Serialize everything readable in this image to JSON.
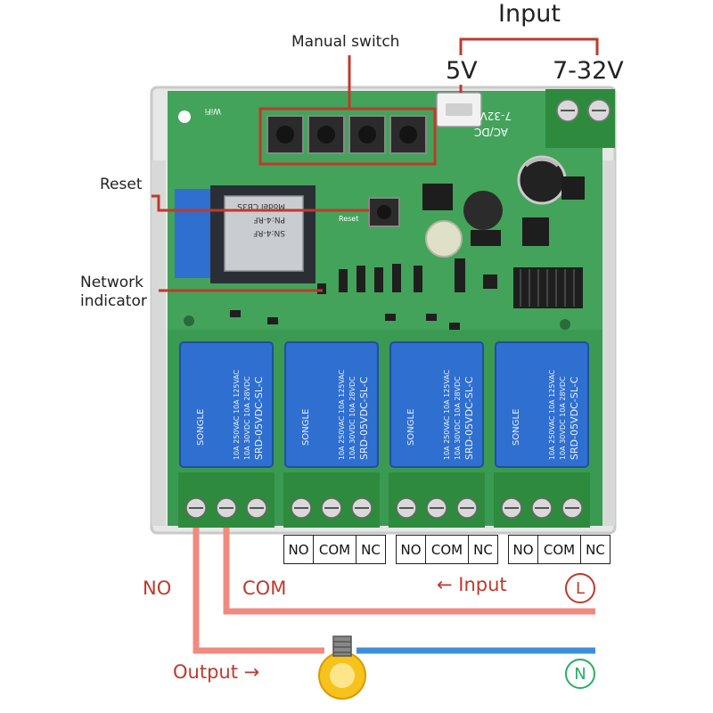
{
  "labels": {
    "input_top": "Input",
    "v5": "5V",
    "v7_32": "7-32V",
    "manual_switch": "Manual switch",
    "reset": "Reset",
    "network_indicator_line1": "Network",
    "network_indicator_line2": "indicator",
    "no": "NO",
    "com": "COM",
    "input_arrow": "← Input",
    "output_arrow": "Output →",
    "l_badge": "L",
    "n_badge": "N"
  },
  "board": {
    "silk_wifi": "WiFi",
    "silk_voltage": "7-32V",
    "silk_acdc": "AC/DC",
    "silk_reset": "Reset",
    "module_text_1": "Model CB3S",
    "module_text_2": "PN:4-RF",
    "module_text_3": "SN:4-RF",
    "relay_brand": "SONGLE",
    "relay_model": "SRD-05VDC-SL-C",
    "relay_rating_1": "10A 250VAC 10A 125VAC",
    "relay_rating_2": "10A 30VDC 10A 28VDC"
  },
  "terminal_groups": [
    [
      "NO",
      "COM",
      "NC"
    ],
    [
      "NO",
      "COM",
      "NC"
    ],
    [
      "NO",
      "COM",
      "NC"
    ]
  ],
  "colors": {
    "pcb_green": "#3a9a52",
    "relay_blue": "#2f6fd0",
    "terminal_green": "#2e8b3e",
    "callout_red": "#c0392b",
    "live_wire": "#f08a80",
    "neutral_wire": "#3f8fd8",
    "enclosure": "#e6e8e6"
  }
}
